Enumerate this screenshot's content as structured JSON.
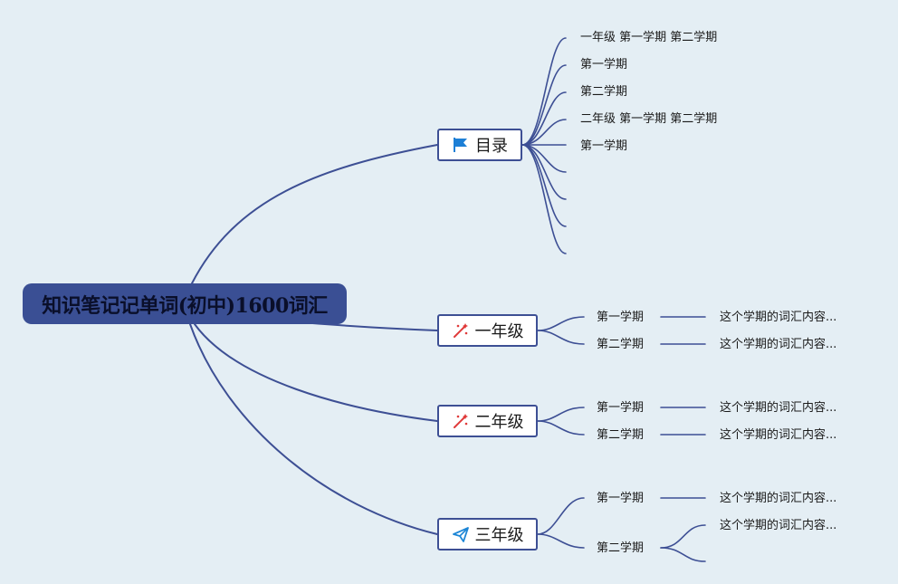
{
  "root": {
    "label": "知识笔记记单词(初中)1600词汇"
  },
  "toc": {
    "label": "目录",
    "icon": "blue-flag-icon",
    "items": [
      "一年级 第一学期 第二学期",
      "第一学期",
      "第二学期",
      "二年级 第一学期 第二学期",
      "第一学期",
      "",
      "",
      "",
      ""
    ]
  },
  "grades": [
    {
      "label": "一年级",
      "icon": "sparkle-icon",
      "terms": [
        {
          "label": "第一学期",
          "contents": [
            "这个学期的词汇内容..."
          ]
        },
        {
          "label": "第二学期",
          "contents": [
            "这个学期的词汇内容..."
          ]
        }
      ]
    },
    {
      "label": "二年级",
      "icon": "sparkle-icon",
      "terms": [
        {
          "label": "第一学期",
          "contents": [
            "这个学期的词汇内容..."
          ]
        },
        {
          "label": "第二学期",
          "contents": [
            "这个学期的词汇内容..."
          ]
        }
      ]
    },
    {
      "label": "三年级",
      "icon": "paper-plane-icon",
      "terms": [
        {
          "label": "第一学期",
          "contents": [
            "这个学期的词汇内容..."
          ]
        },
        {
          "label": "第二学期",
          "contents": [
            "这个学期的词汇内容...",
            ""
          ]
        }
      ]
    }
  ],
  "colors": {
    "background": "#e4eef4",
    "line": "#3d4f94",
    "root_fill": "#3a4f94",
    "flag": "#1d7fd6",
    "sparkle": "#e03a3a",
    "plane": "#1d86d6"
  }
}
